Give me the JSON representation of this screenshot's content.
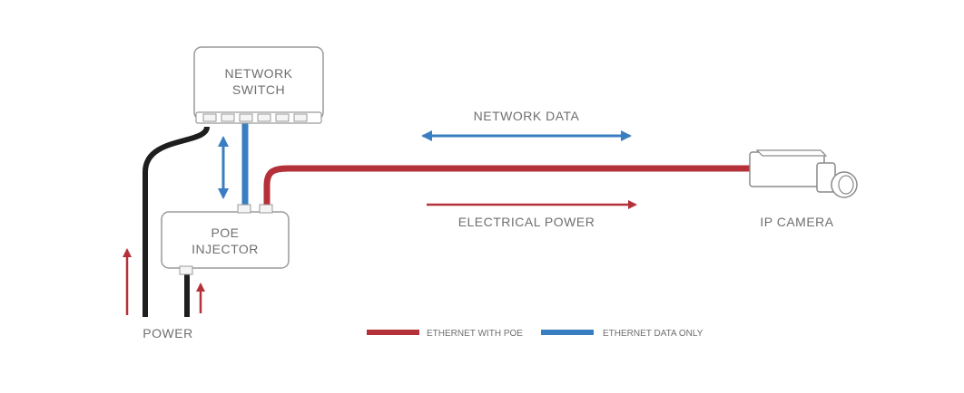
{
  "colors": {
    "poe": "#b5313a",
    "data": "#3a7ec2",
    "power_cable": "#1e1e1e",
    "box_stroke": "#9a9a9a",
    "text": "#6f6f6f"
  },
  "switch": {
    "line1": "NETWORK",
    "line2": "SWITCH"
  },
  "injector": {
    "line1": "POE",
    "line2": "INJECTOR"
  },
  "labels": {
    "network_data": "NETWORK DATA",
    "electrical_power": "ELECTRICAL POWER",
    "ip_camera": "IP CAMERA",
    "power": "POWER"
  },
  "legend": {
    "poe_label": "ETHERNET WITH POE",
    "data_label": "ETHERNET DATA ONLY"
  },
  "icons": {
    "camera": "ip-camera-icon",
    "switch": "network-switch-icon",
    "injector": "poe-injector-icon"
  }
}
